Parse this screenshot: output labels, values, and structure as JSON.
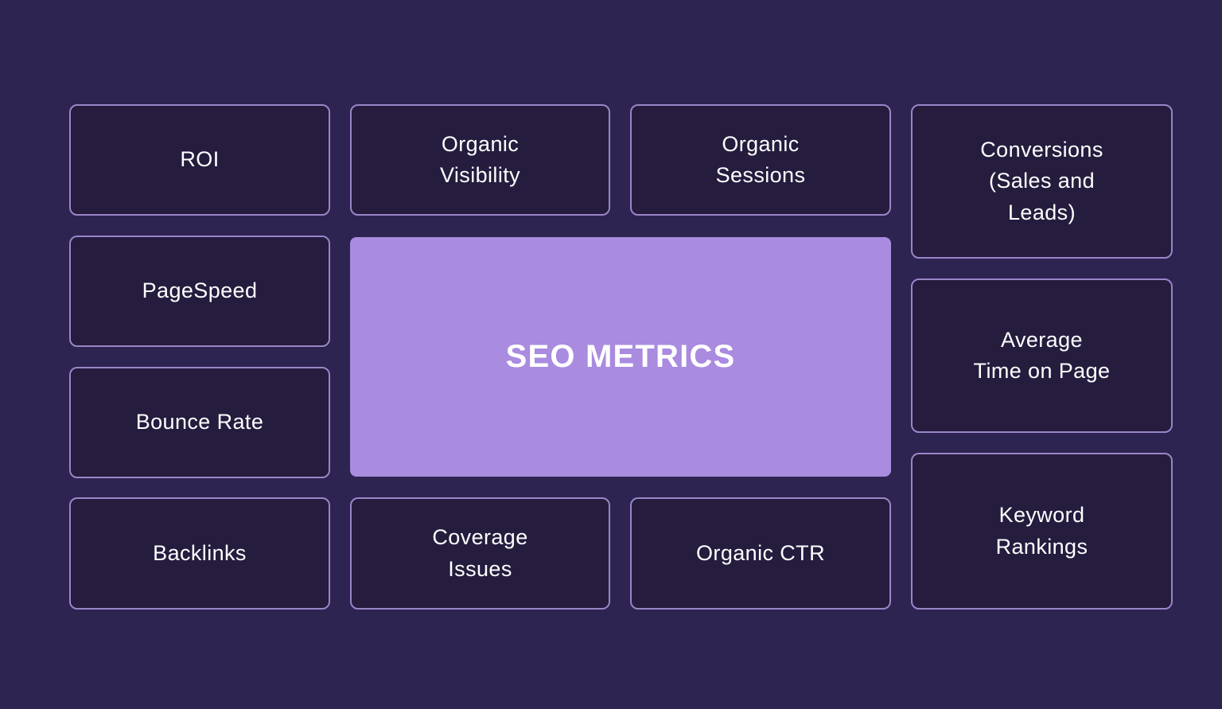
{
  "diagram": {
    "title": "SEO METRICS",
    "background_color": "#2e2451",
    "card_color": "#251c3e",
    "card_border_color": "#9a85c8",
    "center_color": "#a98be0",
    "text_color": "#ffffff",
    "center": {
      "label": "SEO METRICS"
    },
    "columns": [
      {
        "name": "column-1",
        "cards": [
          {
            "id": "roi",
            "label": "ROI"
          },
          {
            "id": "pagespeed",
            "label": "PageSpeed"
          },
          {
            "id": "bounce-rate",
            "label": "Bounce Rate"
          },
          {
            "id": "backlinks",
            "label": "Backlinks"
          }
        ]
      },
      {
        "name": "column-2",
        "cards": [
          {
            "id": "organic-visibility",
            "label": "Organic\nVisibility"
          },
          {
            "id": "coverage-issues",
            "label": "Coverage\nIssues"
          }
        ]
      },
      {
        "name": "column-3",
        "cards": [
          {
            "id": "organic-sessions",
            "label": "Organic\nSessions"
          },
          {
            "id": "organic-ctr",
            "label": "Organic CTR"
          }
        ]
      },
      {
        "name": "column-4",
        "cards": [
          {
            "id": "conversions",
            "label": "Conversions\n(Sales and\nLeads)"
          },
          {
            "id": "avg-time-on-page",
            "label": "Average\nTime on Page"
          },
          {
            "id": "keyword-rankings",
            "label": "Keyword\nRankings"
          }
        ]
      }
    ]
  }
}
